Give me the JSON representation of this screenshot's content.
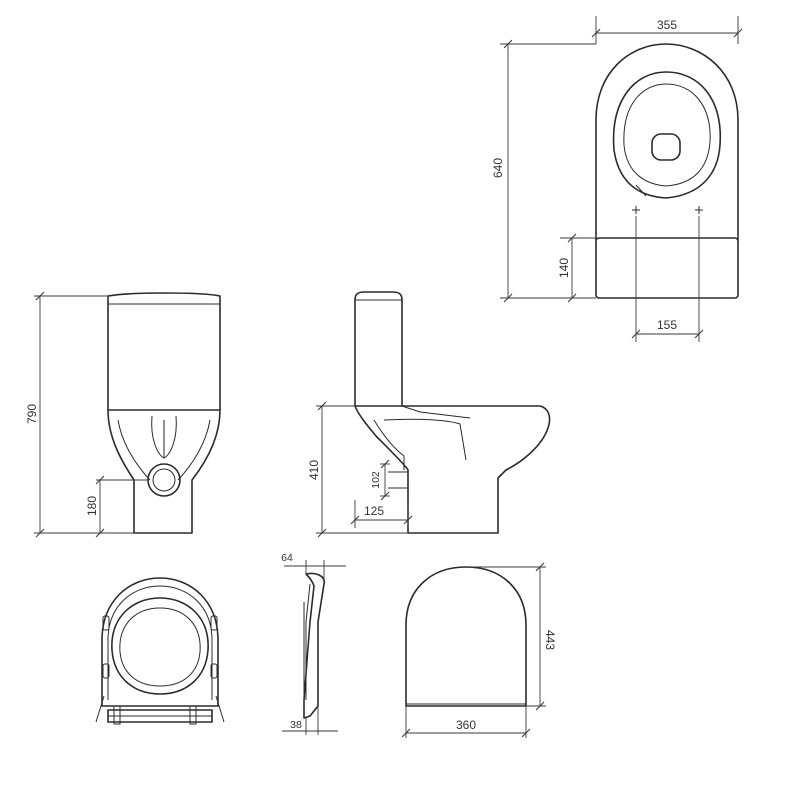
{
  "dimensions": {
    "plan_width": "355",
    "plan_length": "640",
    "plan_tank_depth": "140",
    "plan_fixing_spacing": "155",
    "front_height": "790",
    "front_outlet_height": "180",
    "side_seat_height": "410",
    "side_outlet_height": "102",
    "side_outlet_offset": "125",
    "seat_side_top": "64",
    "seat_side_bottom": "38",
    "lid_length": "443",
    "lid_width": "360"
  },
  "colors": {
    "line": "#2b2b2b",
    "background": "#ffffff"
  }
}
